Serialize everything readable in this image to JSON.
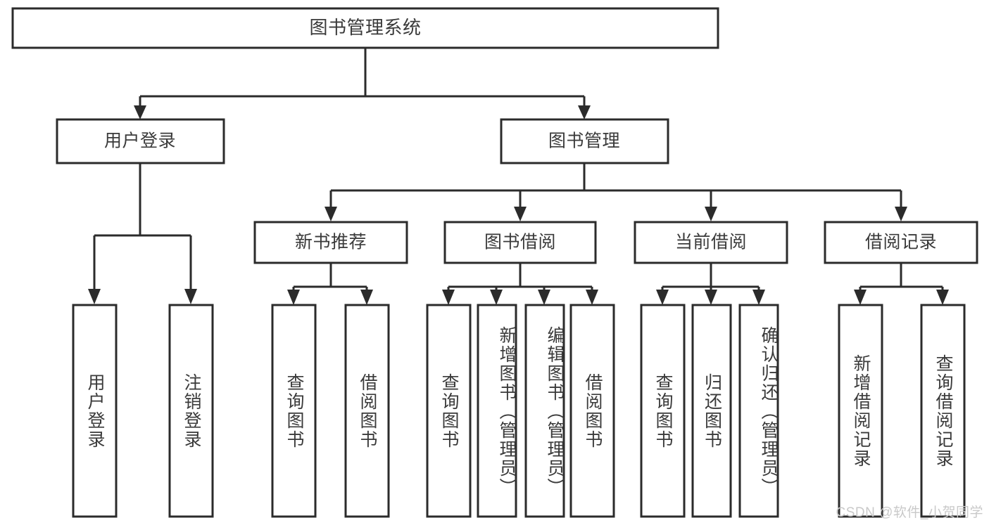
{
  "diagram": {
    "title": "图书管理系统",
    "type": "tree-hierarchy-chart",
    "watermark": "CSDN @软件_小贺同学",
    "colors": {
      "stroke": "#2b2b2b",
      "box_fill": "#ffffff",
      "text": "#3a3a3a",
      "background": "#ffffff",
      "watermark": "#c9c9c9"
    },
    "root": {
      "label": "图书管理系统"
    },
    "level2": [
      {
        "label": "用户登录"
      },
      {
        "label": "图书管理"
      }
    ],
    "level3": [
      {
        "label": "新书推荐"
      },
      {
        "label": "图书借阅"
      },
      {
        "label": "当前借阅"
      },
      {
        "label": "借阅记录"
      }
    ],
    "leaves": {
      "user_login": [
        {
          "label": "用户登录"
        },
        {
          "label": "注销登录"
        }
      ],
      "new_book_recommend": [
        {
          "label": "查询图书"
        },
        {
          "label": "借阅图书"
        }
      ],
      "book_borrow": [
        {
          "label": "查询图书"
        },
        {
          "label": "新增图书（管理员）"
        },
        {
          "label": "编辑图书（管理员）"
        },
        {
          "label": "借阅图书"
        }
      ],
      "current_borrow": [
        {
          "label": "查询图书"
        },
        {
          "label": "归还图书"
        },
        {
          "label": "确认归还（管理员）"
        }
      ],
      "borrow_record": [
        {
          "label": "新增借阅记录"
        },
        {
          "label": "查询借阅记录"
        }
      ]
    }
  },
  "chart_data": {
    "type": "table",
    "title": "图书管理系统",
    "hierarchy": [
      {
        "level": 1,
        "label": "图书管理系统",
        "children": [
          {
            "level": 2,
            "label": "用户登录",
            "children": [
              {
                "level": 3,
                "label": "用户登录"
              },
              {
                "level": 3,
                "label": "注销登录"
              }
            ]
          },
          {
            "level": 2,
            "label": "图书管理",
            "children": [
              {
                "level": 3,
                "label": "新书推荐",
                "children": [
                  {
                    "level": 4,
                    "label": "查询图书"
                  },
                  {
                    "level": 4,
                    "label": "借阅图书"
                  }
                ]
              },
              {
                "level": 3,
                "label": "图书借阅",
                "children": [
                  {
                    "level": 4,
                    "label": "查询图书"
                  },
                  {
                    "level": 4,
                    "label": "新增图书（管理员）"
                  },
                  {
                    "level": 4,
                    "label": "编辑图书（管理员）"
                  },
                  {
                    "level": 4,
                    "label": "借阅图书"
                  }
                ]
              },
              {
                "level": 3,
                "label": "当前借阅",
                "children": [
                  {
                    "level": 4,
                    "label": "查询图书"
                  },
                  {
                    "level": 4,
                    "label": "归还图书"
                  },
                  {
                    "level": 4,
                    "label": "确认归还（管理员）"
                  }
                ]
              },
              {
                "level": 3,
                "label": "借阅记录",
                "children": [
                  {
                    "level": 4,
                    "label": "新增借阅记录"
                  },
                  {
                    "level": 4,
                    "label": "查询借阅记录"
                  }
                ]
              }
            ]
          }
        ]
      }
    ]
  }
}
